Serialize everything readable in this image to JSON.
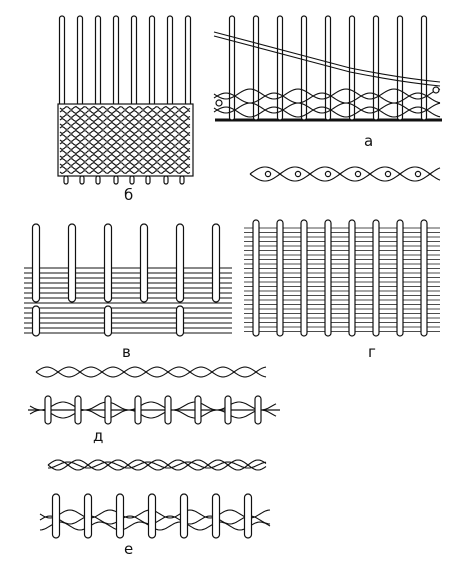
{
  "labels": {
    "a": "а",
    "b": "б",
    "v": "в",
    "g": "г",
    "d": "д",
    "e": "е"
  }
}
